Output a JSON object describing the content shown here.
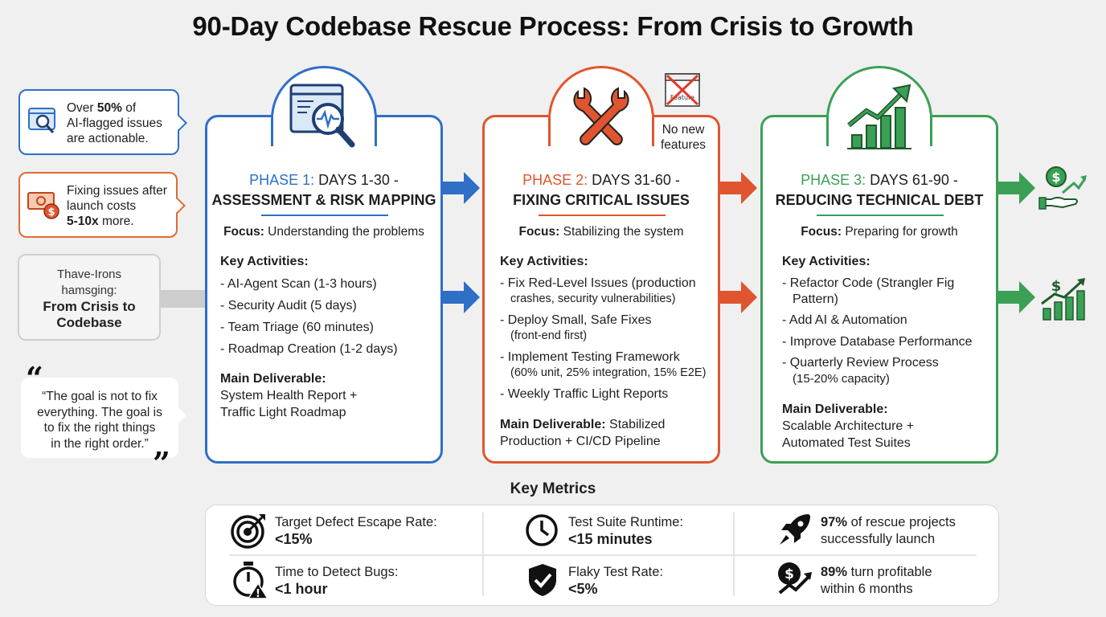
{
  "title": "90-Day Codebase Rescue Process: From Crisis to Growth",
  "callouts": {
    "c1": {
      "pre": "Over ",
      "bold": "50%",
      "post": " of",
      "line2": "AI-flagged issues",
      "line3": "are actionable."
    },
    "c2": {
      "line1": "Fixing issues after",
      "line2": "launch costs",
      "bold": "5-10x",
      "post": " more."
    },
    "c3": {
      "line1": "Thave-Irons",
      "line2": "hamsging:",
      "strong1": "From Crisis to",
      "strong2": "Codebase"
    }
  },
  "quote": {
    "open": "“",
    "lines": [
      "“The goal is not to fix",
      "everything. The goal is",
      "to fix the right things",
      "in the right order.”"
    ],
    "close": "”"
  },
  "phases": [
    {
      "label": "PHASE 1:",
      "days": " DAYS 1-30 -",
      "name": "ASSESSMENT & RISK MAPPING",
      "focus_label": "Focus:",
      "focus": " Understanding the problems",
      "activities_label": "Key Activities:",
      "activities": [
        "- AI-Agent Scan (1-3 hours)",
        "- Security Audit (5 days)",
        "- Team Triage (60 minutes)",
        "- Roadmap Creation (1-2 days)"
      ],
      "deliverable_label": "Main Deliverable:",
      "deliverable_lines": [
        "System Health Report +",
        "Traffic Light Roadmap"
      ]
    },
    {
      "label": "PHASE 2:",
      "days": " DAYS 31-60 -",
      "name": "FIXING CRITICAL ISSUES",
      "focus_label": "Focus:",
      "focus": " Stabilizing the system",
      "activities_label": "Key Activities:",
      "activities": [
        {
          "main": "- Fix Red-Level Issues (production",
          "sub": "crashes, security vulnerabilities)"
        },
        {
          "main": "- Deploy Small, Safe Fixes",
          "sub": "(front-end first)"
        },
        {
          "main": "- Implement Testing Framework",
          "sub": "(60% unit, 25% integration, 15% E2E)"
        },
        {
          "main": "- Weekly Traffic Light Reports",
          "sub": ""
        }
      ],
      "deliverable_label": "Main Deliverable:",
      "deliverable_lines": [
        " Stabilized",
        "Production + CI/CD Pipeline"
      ],
      "side_note": [
        "No new",
        "features"
      ],
      "crossed_text": "Feature"
    },
    {
      "label": "PHASE 3:",
      "days": " DAYS 61-90 -",
      "name": "REDUCING TECHNICAL DEBT",
      "focus_label": "Focus:",
      "focus": " Preparing for growth",
      "activities_label": "Key Activities:",
      "activities": [
        {
          "main": "- Refactor Code (Strangler Fig",
          "sub": "Pattern)"
        },
        {
          "main": "- Add AI & Automation",
          "sub": ""
        },
        {
          "main": "- Improve Database Performance",
          "sub": ""
        },
        {
          "main": "- Quarterly Review Process",
          "sub": "(15-20% capacity)"
        }
      ],
      "deliverable_label": "Main Deliverable:",
      "deliverable_lines": [
        "Scalable Architecture +",
        "Automated Test Suites"
      ]
    }
  ],
  "metrics_title": "Key Metrics",
  "metrics": [
    {
      "label": "Target Defect Escape Rate:",
      "value": "<15%",
      "icon": "target-icon"
    },
    {
      "label": "Test Suite Runtime:",
      "value": "<15 minutes",
      "icon": "clock-icon"
    },
    {
      "bold": "97%",
      "rest": " of rescue projects",
      "line2": "successfully launch",
      "icon": "rocket-icon"
    },
    {
      "label": "Time to Detect Bugs:",
      "value": "<1 hour",
      "icon": "stopwatch-warning-icon"
    },
    {
      "label": "Flaky Test Rate:",
      "value": "<5%",
      "icon": "shield-check-icon"
    },
    {
      "bold": "89%",
      "rest": " turn profitable",
      "line2": "within 6 months",
      "icon": "dollar-growth-icon"
    }
  ],
  "colors": {
    "blue": "#2f6fc6",
    "orange": "#e0552f",
    "green": "#3ba055"
  }
}
